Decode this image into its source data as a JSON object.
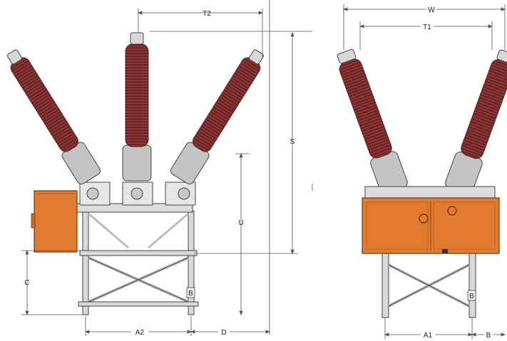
{
  "labels": {
    "t2": "T2",
    "s": "S",
    "u": "U",
    "c": "C",
    "a2": "A2",
    "d": "D",
    "w": "W",
    "t1": "T1",
    "a1": "A1",
    "b": "B",
    "support_mark_left": "B",
    "support_mark_right": "B"
  },
  "colors": {
    "insulator_red": "#8b3434",
    "insulator_dark": "#5e1f1f",
    "cast_gray": "#c4c4c4",
    "cabinet_orange": "#e07b2f",
    "frame_gray": "#d9d9d9",
    "outline": "#444444"
  }
}
